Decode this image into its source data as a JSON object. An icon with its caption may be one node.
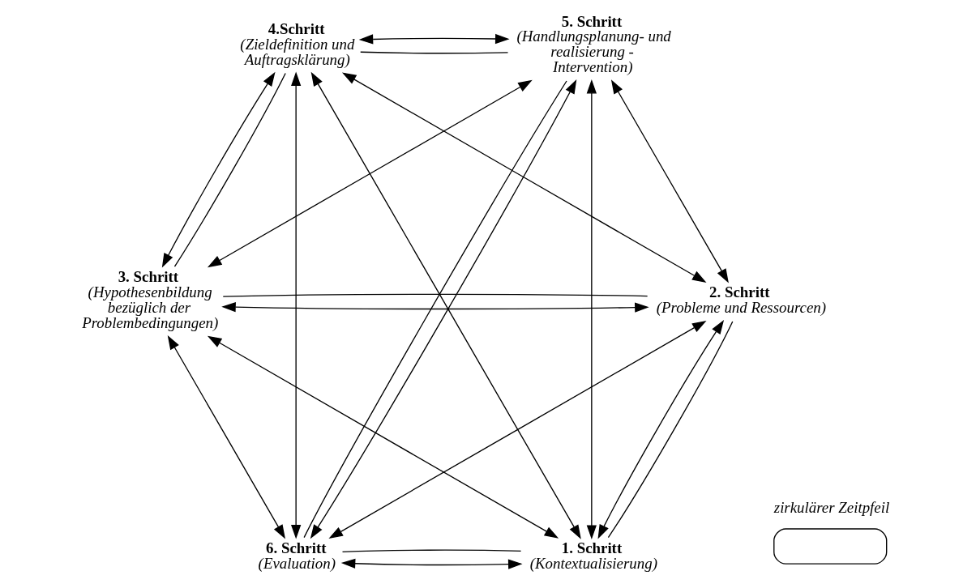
{
  "diagram": {
    "nodes": [
      {
        "text": [
          "1. Schritt",
          "(Kontextualisierung)"
        ]
      },
      {
        "text": [
          "2. Schritt",
          "(Probleme und Ressourcen)"
        ]
      },
      {
        "text": [
          "3. Schritt",
          "(Hypothesenbildung bezüglich der Problembedingungen)"
        ]
      },
      {
        "text": [
          "4.Schritt",
          "(Zieldefinition und Auftragsklärung)"
        ]
      },
      {
        "text": [
          "5. Schritt",
          "(Handlungsplanung- und realisierung - Intervention)"
        ]
      },
      {
        "text": [
          "6. Schritt",
          "(Evaluation)"
        ]
      }
    ],
    "edges": [
      {
        "from": 0,
        "to": 1,
        "arrow": "both"
      },
      {
        "from": 0,
        "to": 2,
        "arrow": "both"
      },
      {
        "from": 0,
        "to": 3,
        "arrow": "both"
      },
      {
        "from": 0,
        "to": 4,
        "arrow": "both"
      },
      {
        "from": 0,
        "to": 5,
        "arrow": "both"
      },
      {
        "from": 1,
        "to": 2,
        "arrow": "both"
      },
      {
        "from": 1,
        "to": 3,
        "arrow": "both"
      },
      {
        "from": 1,
        "to": 4,
        "arrow": "both"
      },
      {
        "from": 1,
        "to": 5,
        "arrow": "both"
      },
      {
        "from": 2,
        "to": 3,
        "arrow": "both"
      },
      {
        "from": 2,
        "to": 4,
        "arrow": "both"
      },
      {
        "from": 2,
        "to": 5,
        "arrow": "both"
      },
      {
        "from": 3,
        "to": 4,
        "arrow": "both"
      },
      {
        "from": 3,
        "to": 5,
        "arrow": "both"
      },
      {
        "from": 4,
        "to": 5,
        "arrow": "both"
      },
      {
        "from": 0,
        "to": 1,
        "arrow": "none"
      },
      {
        "from": 1,
        "to": 2,
        "arrow": "none"
      },
      {
        "from": 2,
        "to": 3,
        "arrow": "none"
      },
      {
        "from": 3,
        "to": 4,
        "arrow": "none"
      },
      {
        "from": 4,
        "to": 5,
        "arrow": "none"
      },
      {
        "from": 5,
        "to": 0,
        "arrow": "none"
      }
    ],
    "legend": [
      {
        "text": "zirkulärer Zeitpfeil"
      }
    ]
  }
}
